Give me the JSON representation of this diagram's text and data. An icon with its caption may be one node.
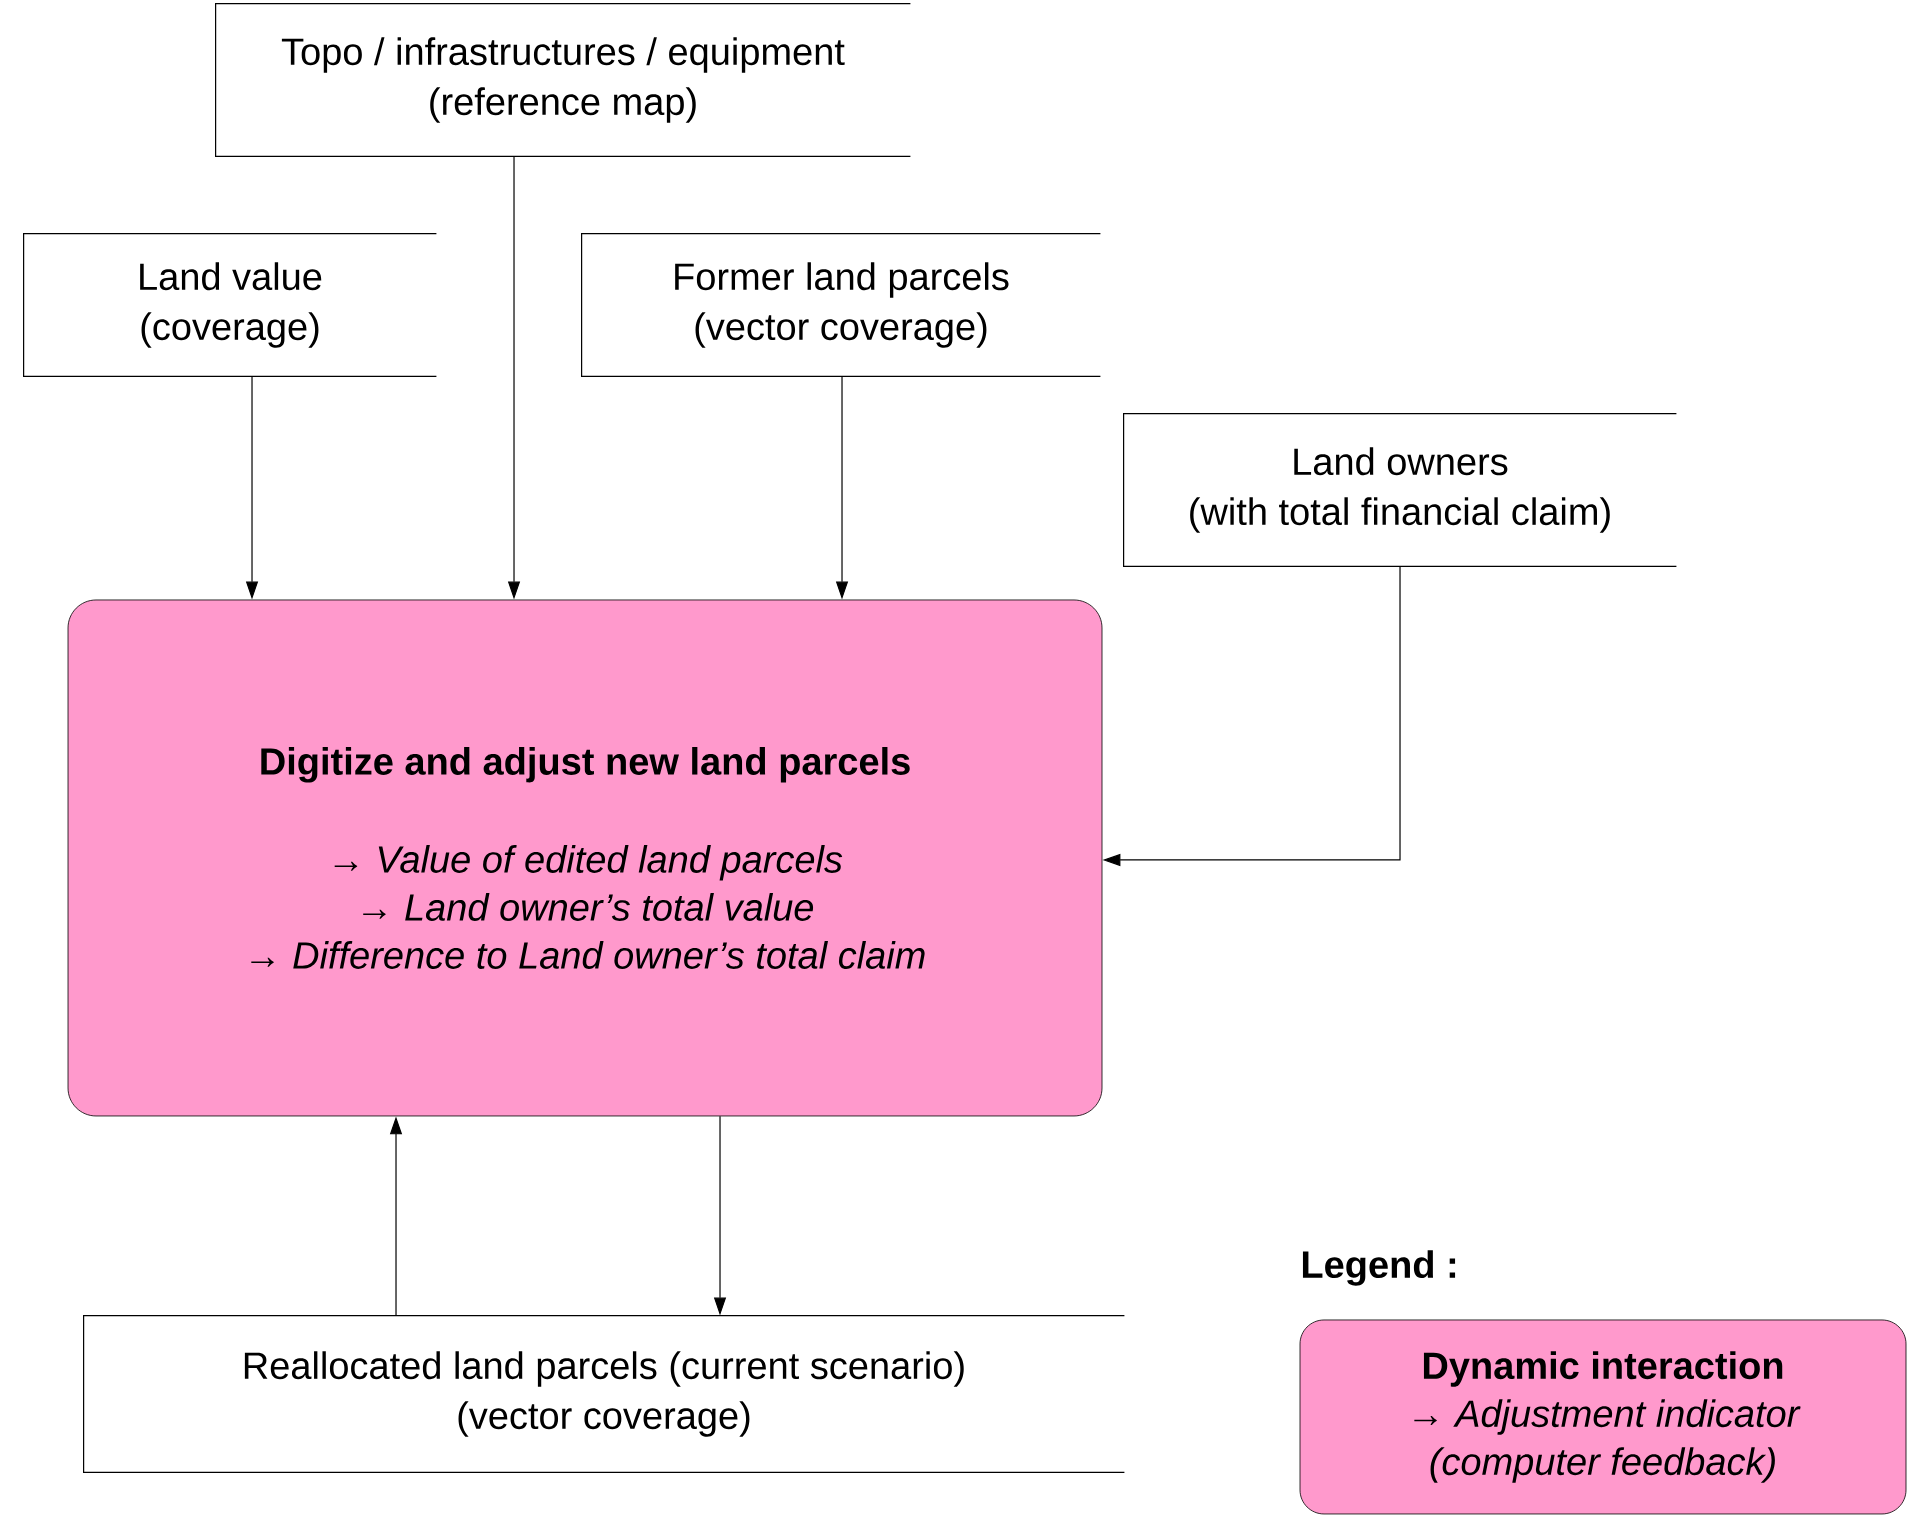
{
  "diagram": {
    "nodes": [
      {
        "text": [
          "Topo / infrastructures / equipment",
          "(reference map)"
        ]
      },
      {
        "text": [
          "Land value",
          "(coverage)"
        ]
      },
      {
        "text": [
          "Former land parcels",
          "(vector coverage)"
        ]
      },
      {
        "text": [
          "Land owners",
          "(with total financial claim)"
        ]
      },
      {
        "text": [
          "Digitize and adjust new land parcels",
          "→ Value of edited land parcels",
          "→ Land owner’s total value",
          "→ Difference to Land owner’s total claim"
        ]
      },
      {
        "text": [
          "Reallocated land parcels (current scenario)",
          "(vector coverage)"
        ]
      },
      {
        "text": [
          "Dynamic interaction",
          "→ Adjustment indicator",
          "(computer feedback)"
        ],
        "beside": [
          "Legend :"
        ]
      }
    ],
    "edges": [
      {
        "from": 1,
        "to": 4,
        "arrow": "to"
      },
      {
        "from": 0,
        "to": 4,
        "arrow": "to"
      },
      {
        "from": 2,
        "to": 4,
        "arrow": "to"
      },
      {
        "from": 3,
        "to": 4,
        "arrow": "to"
      },
      {
        "from": 4,
        "to": 5,
        "arrow": "to"
      },
      {
        "from": 5,
        "to": 4,
        "arrow": "to"
      }
    ]
  }
}
